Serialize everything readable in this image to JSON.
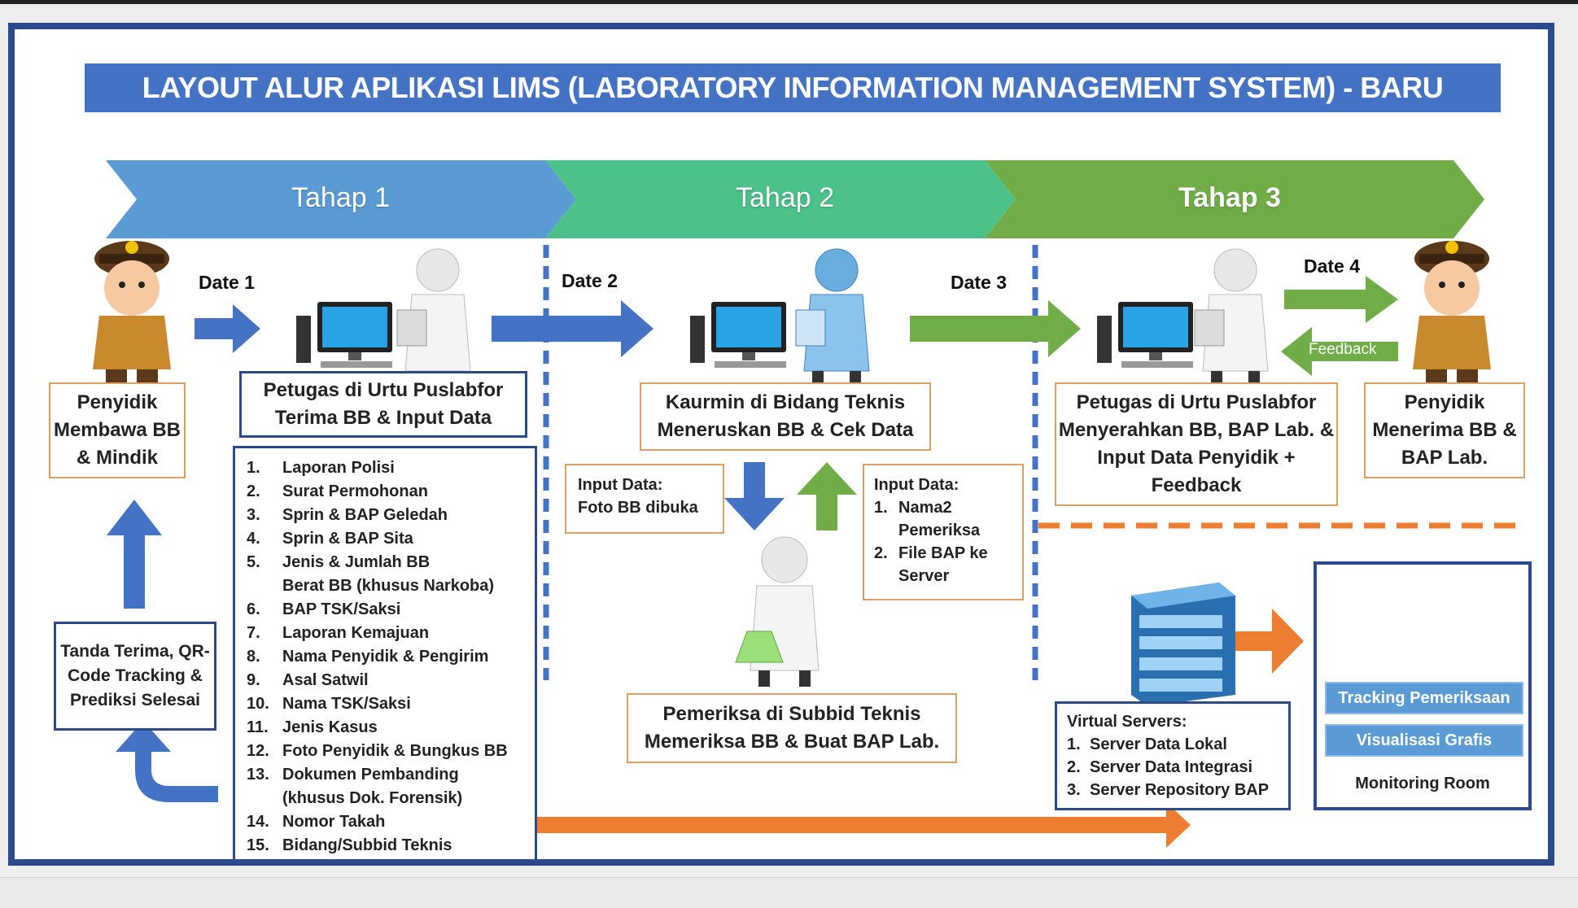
{
  "title": "LAYOUT ALUR APLIKASI LIMS (LABORATORY INFORMATION MANAGEMENT SYSTEM) - BARU",
  "phases": [
    {
      "label": "Tahap 1",
      "color": "#5b9bd5"
    },
    {
      "label": "Tahap 2",
      "color": "#4cc18a"
    },
    {
      "label": "Tahap 3",
      "color": "#70ad47"
    }
  ],
  "dates": {
    "d1": "Date 1",
    "d2": "Date 2",
    "d3": "Date 3",
    "d4": "Date 4"
  },
  "feedback_label": "Feedback",
  "boxes": {
    "penyidik_membawa": "Penyidik Membawa BB & Mindik",
    "petugas_terima": "Petugas di Urtu Puslabfor Terima BB & Input Data",
    "kaurmin": "Kaurmin di Bidang Teknis Meneruskan BB & Cek Data",
    "petugas_menyerahkan": "Petugas di Urtu Puslabfor Menyerahkan BB, BAP Lab. & Input Data Penyidik + Feedback",
    "penyidik_menerima": "Penyidik Menerima BB & BAP Lab.",
    "tanda_terima": "Tanda Terima, QR-Code Tracking & Prediksi Selesai",
    "pemeriksa": "Pemeriksa di Subbid Teknis Memeriksa BB & Buat BAP Lab."
  },
  "input_left": {
    "title": "Input Data:",
    "text": "Foto BB dibuka"
  },
  "input_right": {
    "title": "Input Data:",
    "items": [
      {
        "n": "1.",
        "text": "Nama2 Pemeriksa"
      },
      {
        "n": "2.",
        "text": "File BAP ke Server"
      }
    ]
  },
  "data_list": [
    {
      "n": "1.",
      "text": "Laporan Polisi"
    },
    {
      "n": "2.",
      "text": "Surat Permohonan"
    },
    {
      "n": "3.",
      "text": "Sprin & BAP Geledah"
    },
    {
      "n": "4.",
      "text": "Sprin & BAP Sita"
    },
    {
      "n": "5.",
      "text": "Jenis & Jumlah BB"
    },
    {
      "n": "",
      "text": "Berat BB (khusus Narkoba)"
    },
    {
      "n": "6.",
      "text": "BAP TSK/Saksi"
    },
    {
      "n": "7.",
      "text": "Laporan Kemajuan"
    },
    {
      "n": "8.",
      "text": "Nama Penyidik & Pengirim"
    },
    {
      "n": "9.",
      "text": "Asal Satwil"
    },
    {
      "n": "10.",
      "text": "Nama TSK/Saksi"
    },
    {
      "n": "11.",
      "text": "Jenis Kasus"
    },
    {
      "n": "12.",
      "text": "Foto Penyidik & Bungkus BB"
    },
    {
      "n": "13.",
      "text": "Dokumen Pembanding"
    },
    {
      "n": "",
      "text": "(khusus Dok. Forensik)"
    },
    {
      "n": "14.",
      "text": "Nomor Takah"
    },
    {
      "n": "15.",
      "text": "Bidang/Subbid Teknis"
    }
  ],
  "servers": {
    "title": "Virtual Servers:",
    "items": [
      {
        "n": "1.",
        "text": "Server Data Lokal"
      },
      {
        "n": "2.",
        "text": "Server Data Integrasi"
      },
      {
        "n": "3.",
        "text": "Server Repository BAP"
      }
    ]
  },
  "monitoring": {
    "buttons": [
      "Tracking Pemeriksaan",
      "Visualisasi Grafis"
    ],
    "label": "Monitoring Room"
  },
  "colors": {
    "blue": "#4472c4",
    "green": "#70ad47",
    "orange": "#ed7d31",
    "navy": "#2b4a8c",
    "box_border": "#d8a061"
  }
}
